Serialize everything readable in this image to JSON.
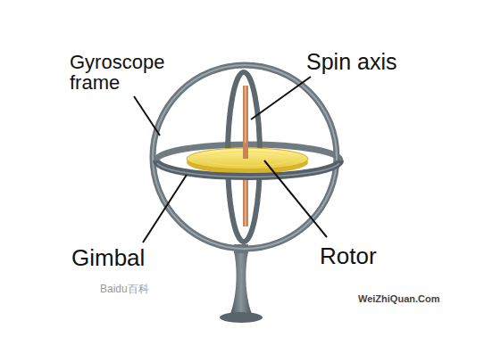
{
  "diagram": {
    "labels": [
      "Gyroscope frame",
      "Spin axis",
      "Gimbal",
      "Rotor",
      "Baidu百科",
      "WeiZhiQuan.Com"
    ]
  }
}
